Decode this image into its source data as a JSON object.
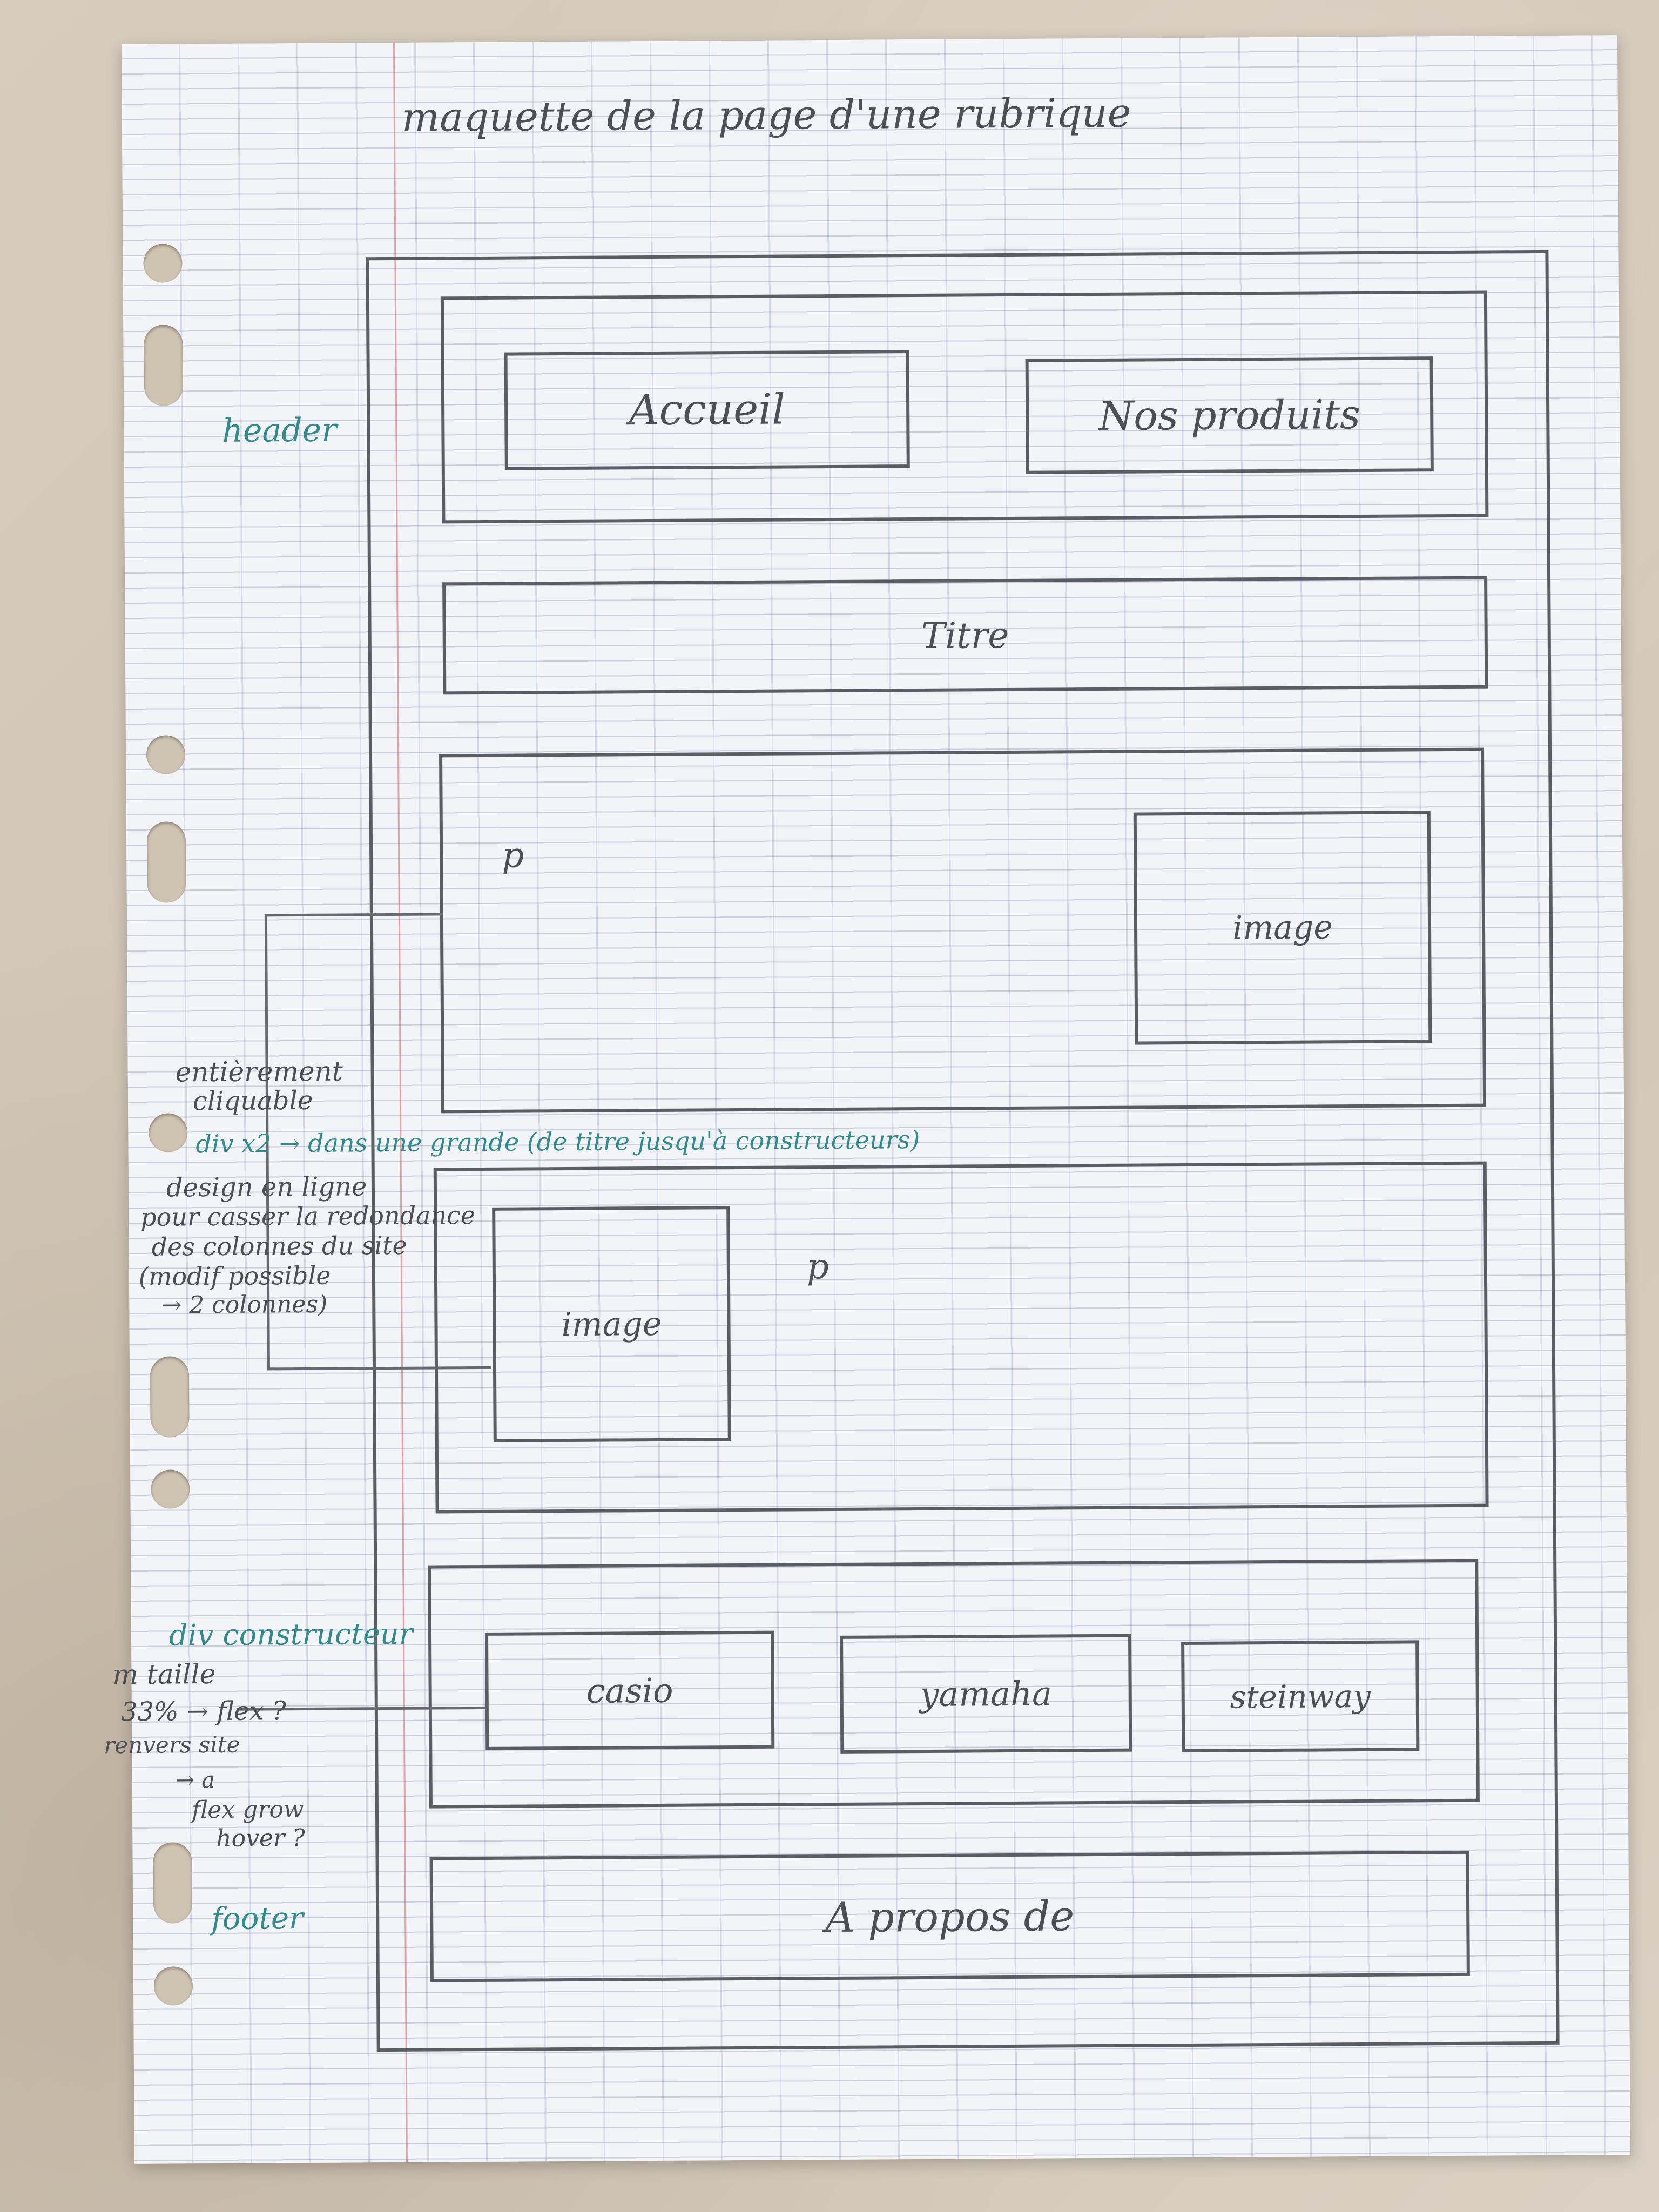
{
  "sheet": {
    "title": "maquette de la page d'une rubrique"
  },
  "mockup": {
    "header": {
      "home": "Accueil",
      "products": "Nos produits"
    },
    "title_bar": "Titre",
    "section_1": {
      "paragraph_marker": "p",
      "image_label": "image"
    },
    "section_2": {
      "image_label": "image",
      "paragraph_marker": "p"
    },
    "brands": [
      "casio",
      "yamaha",
      "steinway"
    ],
    "footer": "A propos de"
  },
  "annotations": {
    "header_label": "header",
    "section_note_lines": [
      "entièrement",
      "cliquable",
      "div x2 → dans une grande (de titre jusqu'à constructeurs)",
      "design en ligne",
      "pour casser la redondance",
      "des colonnes du site",
      "(modif possible",
      "→ 2 colonnes)"
    ],
    "constructor_note_lines": [
      "div constructeur",
      "m taille",
      "33% → flex ?",
      "renvers site",
      "→ a",
      "flex grow",
      "hover ?"
    ],
    "footer_label": "footer"
  }
}
